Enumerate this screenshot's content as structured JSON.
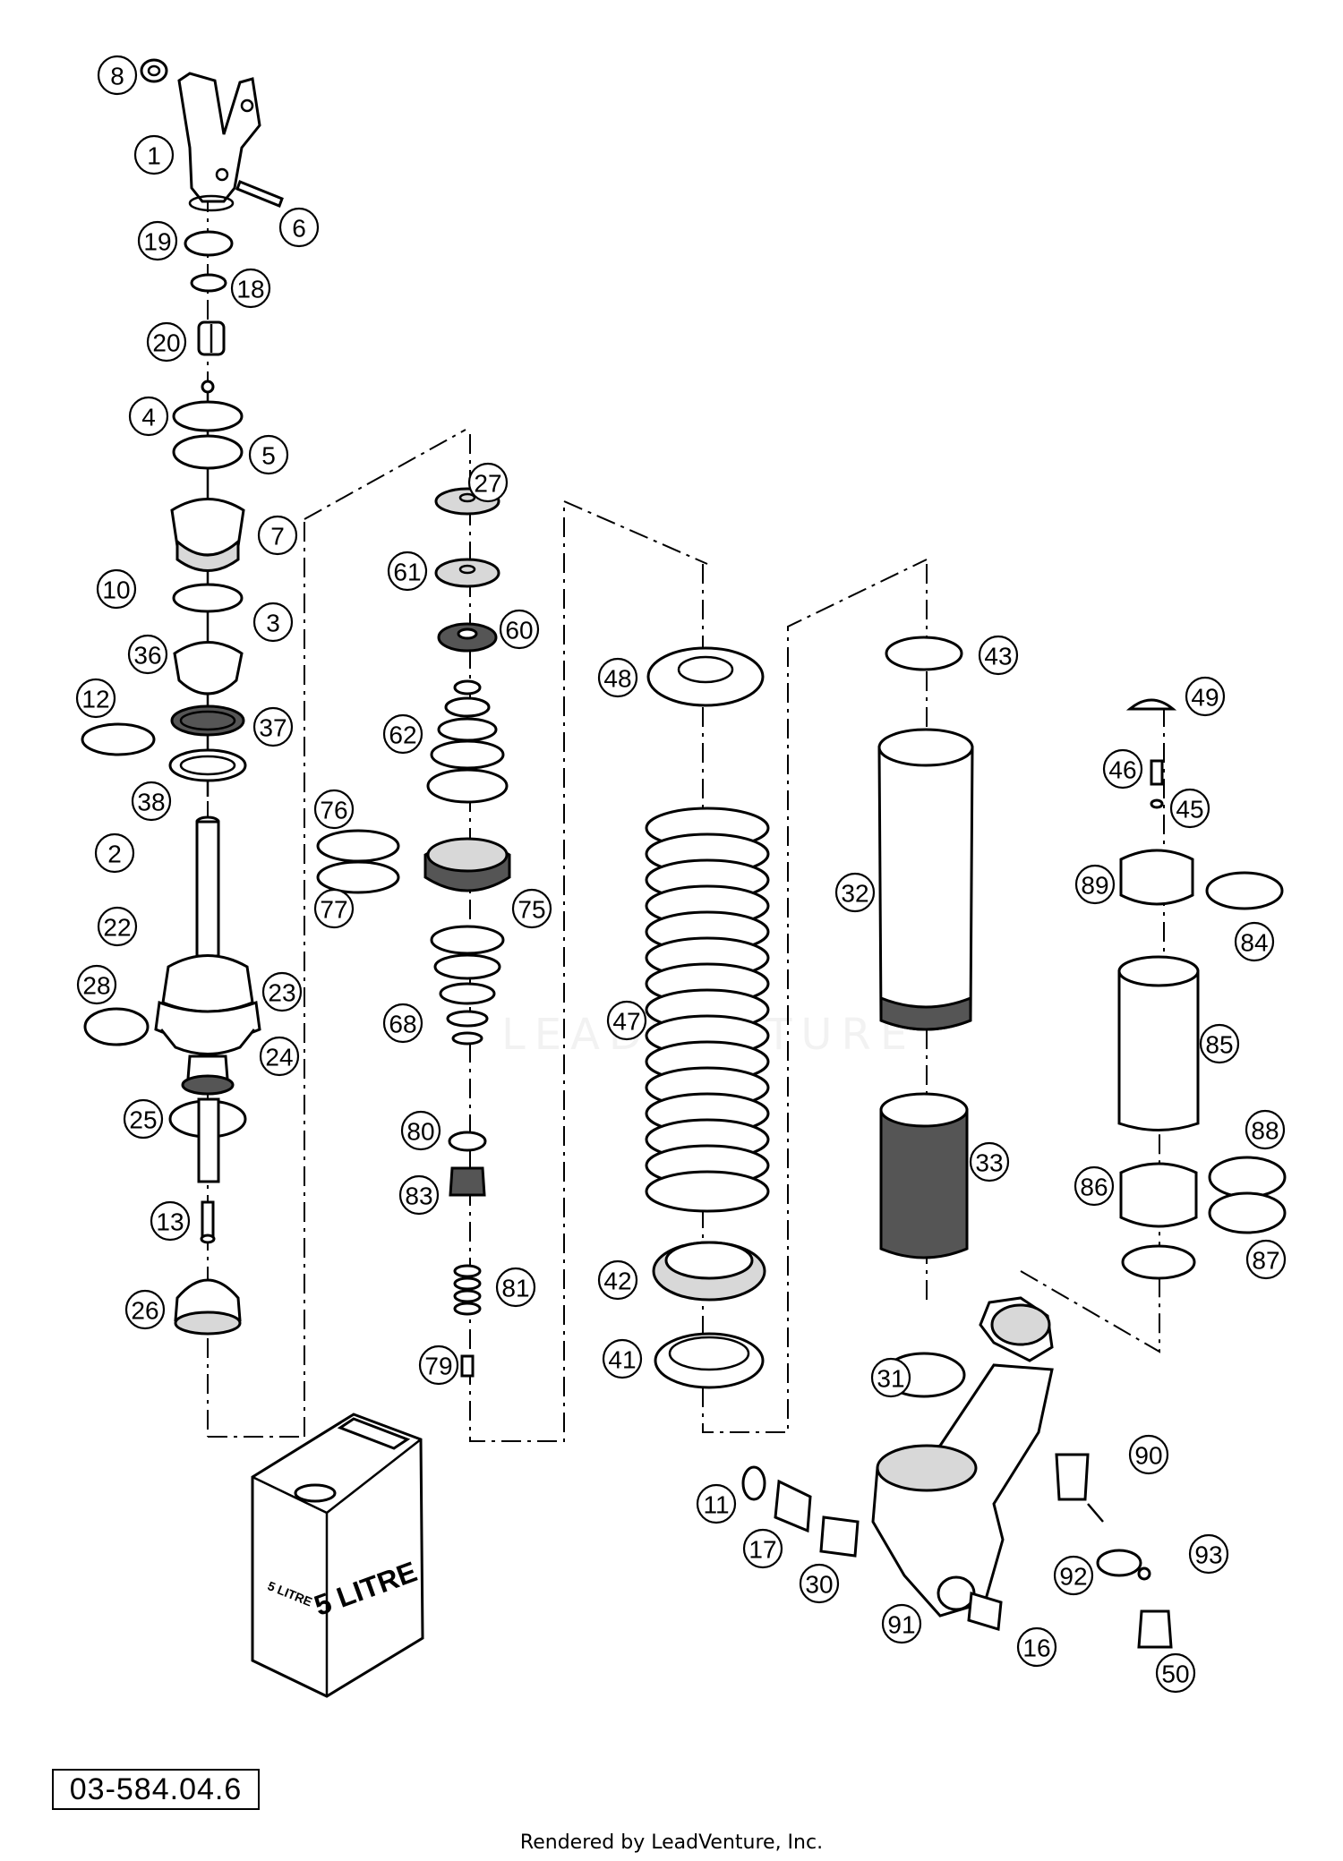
{
  "diagram": {
    "reference_number": "03-584.04.6",
    "credit": "Rendered by LeadVenture, Inc.",
    "watermark": "LEADVENTURE",
    "can_label_large": "5 LITRE",
    "can_label_small": "5 LITRE",
    "callouts": [
      "8",
      "1",
      "6",
      "19",
      "18",
      "20",
      "4",
      "5",
      "7",
      "10",
      "3",
      "36",
      "12",
      "37",
      "38",
      "2",
      "22",
      "28",
      "23",
      "24",
      "25",
      "13",
      "26",
      "27",
      "61",
      "60",
      "62",
      "76",
      "77",
      "75",
      "68",
      "80",
      "83",
      "81",
      "79",
      "48",
      "47",
      "42",
      "41",
      "43",
      "32",
      "33",
      "31",
      "49",
      "46",
      "45",
      "89",
      "84",
      "85",
      "88",
      "86",
      "87",
      "90",
      "11",
      "16",
      "17",
      "30",
      "91",
      "92",
      "93",
      "50"
    ]
  }
}
